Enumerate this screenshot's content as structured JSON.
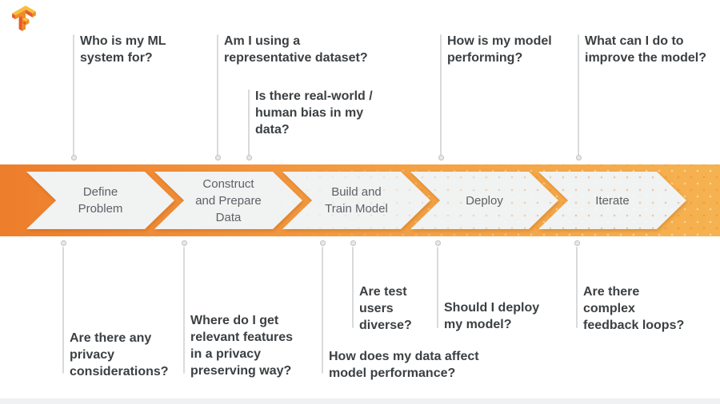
{
  "brand": {
    "name": "TensorFlow",
    "logo_colors": {
      "dark": "#E55B2D",
      "mid": "#ED8E24",
      "light": "#F8BF3C"
    }
  },
  "colors": {
    "band_gradient_left": "#ED7E2B",
    "band_gradient_right": "#F6B250",
    "chevron_fill": "#F1F2F2",
    "stage_text": "#5D6166",
    "question_text": "#3C4043",
    "connector_line": "#D9DADB"
  },
  "pipeline": {
    "stages": [
      {
        "label": "Define\nProblem"
      },
      {
        "label": "Construct\nand Prepare\nData"
      },
      {
        "label": "Build and\nTrain Model"
      },
      {
        "label": "Deploy"
      },
      {
        "label": "Iterate"
      }
    ]
  },
  "questions_top": [
    {
      "text": "Who is my ML\nsystem for?"
    },
    {
      "text": "Am I using a\nrepresentative dataset?"
    },
    {
      "text": "Is there real-world /\nhuman bias in my\ndata?"
    },
    {
      "text": "How is my model\nperforming?"
    },
    {
      "text": "What can I do to\nimprove the model?"
    }
  ],
  "questions_bottom": [
    {
      "text": "Are there any\nprivacy\nconsiderations?"
    },
    {
      "text": "Where do I get\nrelevant features\nin a privacy\npreserving way?"
    },
    {
      "text": "How does my data affect\nmodel performance?"
    },
    {
      "text": "Are test\nusers\ndiverse?"
    },
    {
      "text": "Should I deploy\nmy model?"
    },
    {
      "text": "Are there\ncomplex\nfeedback loops?"
    }
  ]
}
